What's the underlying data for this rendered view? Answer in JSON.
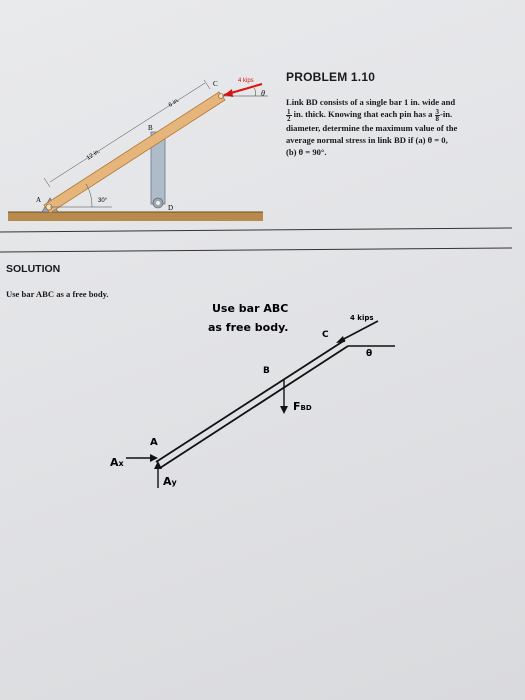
{
  "problem": {
    "title": "PROBLEM 1.10",
    "text_line1": "Link BD consists of a single bar 1 in. wide and",
    "frac1_num": "1",
    "frac1_den": "2",
    "text_line2a": " in. thick. Knowing that each pin has a ",
    "frac2_num": "3",
    "frac2_den": "8",
    "text_line2b": "-in.",
    "text_line3": "diameter, determine the maximum value of the",
    "text_line4": "average normal stress in link BD if (a) θ = 0,",
    "text_line5": "(b) θ = 90°."
  },
  "figure": {
    "force_label": "4 kips",
    "theta_label": "θ",
    "dim_6in": "6 in.",
    "dim_12in": "12 in.",
    "angle_label": "30°",
    "label_A": "A",
    "label_B": "B",
    "label_C": "C",
    "label_D": "D"
  },
  "solution": {
    "heading": "SOLUTION",
    "text": "Use bar ABC as a free body."
  },
  "handwritten": {
    "line1": "Use bar ABC",
    "line2": "as free body.",
    "force": "4 kips",
    "label_C": "C",
    "theta": "θ",
    "label_B": "B",
    "fbd": "F",
    "fbd_sub": "BD",
    "label_A": "A",
    "ax": "A",
    "ax_sub": "x",
    "ay": "A",
    "ay_sub": "y"
  }
}
